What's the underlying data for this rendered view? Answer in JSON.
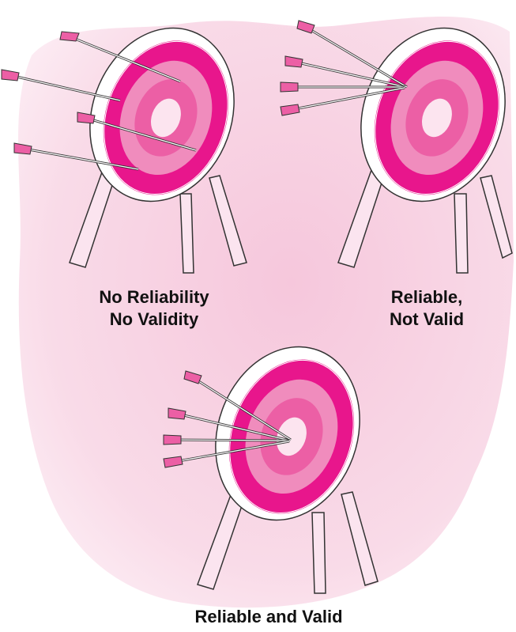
{
  "colors": {
    "background_blob": "#f9dbe8",
    "ring_outer": "#e8168c",
    "ring_mid": "#f08cbd",
    "ring_inner": "#ec5fa5",
    "bullseye": "#fce4ef",
    "board_white": "#ffffff",
    "stand": "#fbe4ef",
    "outline": "#333333"
  },
  "targets": [
    {
      "caption_lines": [
        "No Reliability",
        "No Validity"
      ],
      "arrows": [
        {
          "shaft": "scattered",
          "hit": "upper-center"
        },
        {
          "shaft": "scattered",
          "hit": "left-outer"
        },
        {
          "shaft": "scattered",
          "hit": "right-outer"
        },
        {
          "shaft": "scattered",
          "hit": "lower-left"
        }
      ]
    },
    {
      "caption_lines": [
        "Reliable,",
        "Not Valid"
      ],
      "arrows": [
        {
          "shaft": "clustered",
          "hit": "upper-left-ring"
        },
        {
          "shaft": "clustered",
          "hit": "upper-left-ring"
        },
        {
          "shaft": "clustered",
          "hit": "upper-left-ring"
        },
        {
          "shaft": "clustered",
          "hit": "upper-left-ring"
        }
      ]
    },
    {
      "caption_lines": [
        "Reliable and Valid"
      ],
      "arrows": [
        {
          "shaft": "clustered",
          "hit": "bullseye"
        },
        {
          "shaft": "clustered",
          "hit": "bullseye"
        },
        {
          "shaft": "clustered",
          "hit": "bullseye"
        },
        {
          "shaft": "clustered",
          "hit": "bullseye"
        }
      ]
    }
  ]
}
